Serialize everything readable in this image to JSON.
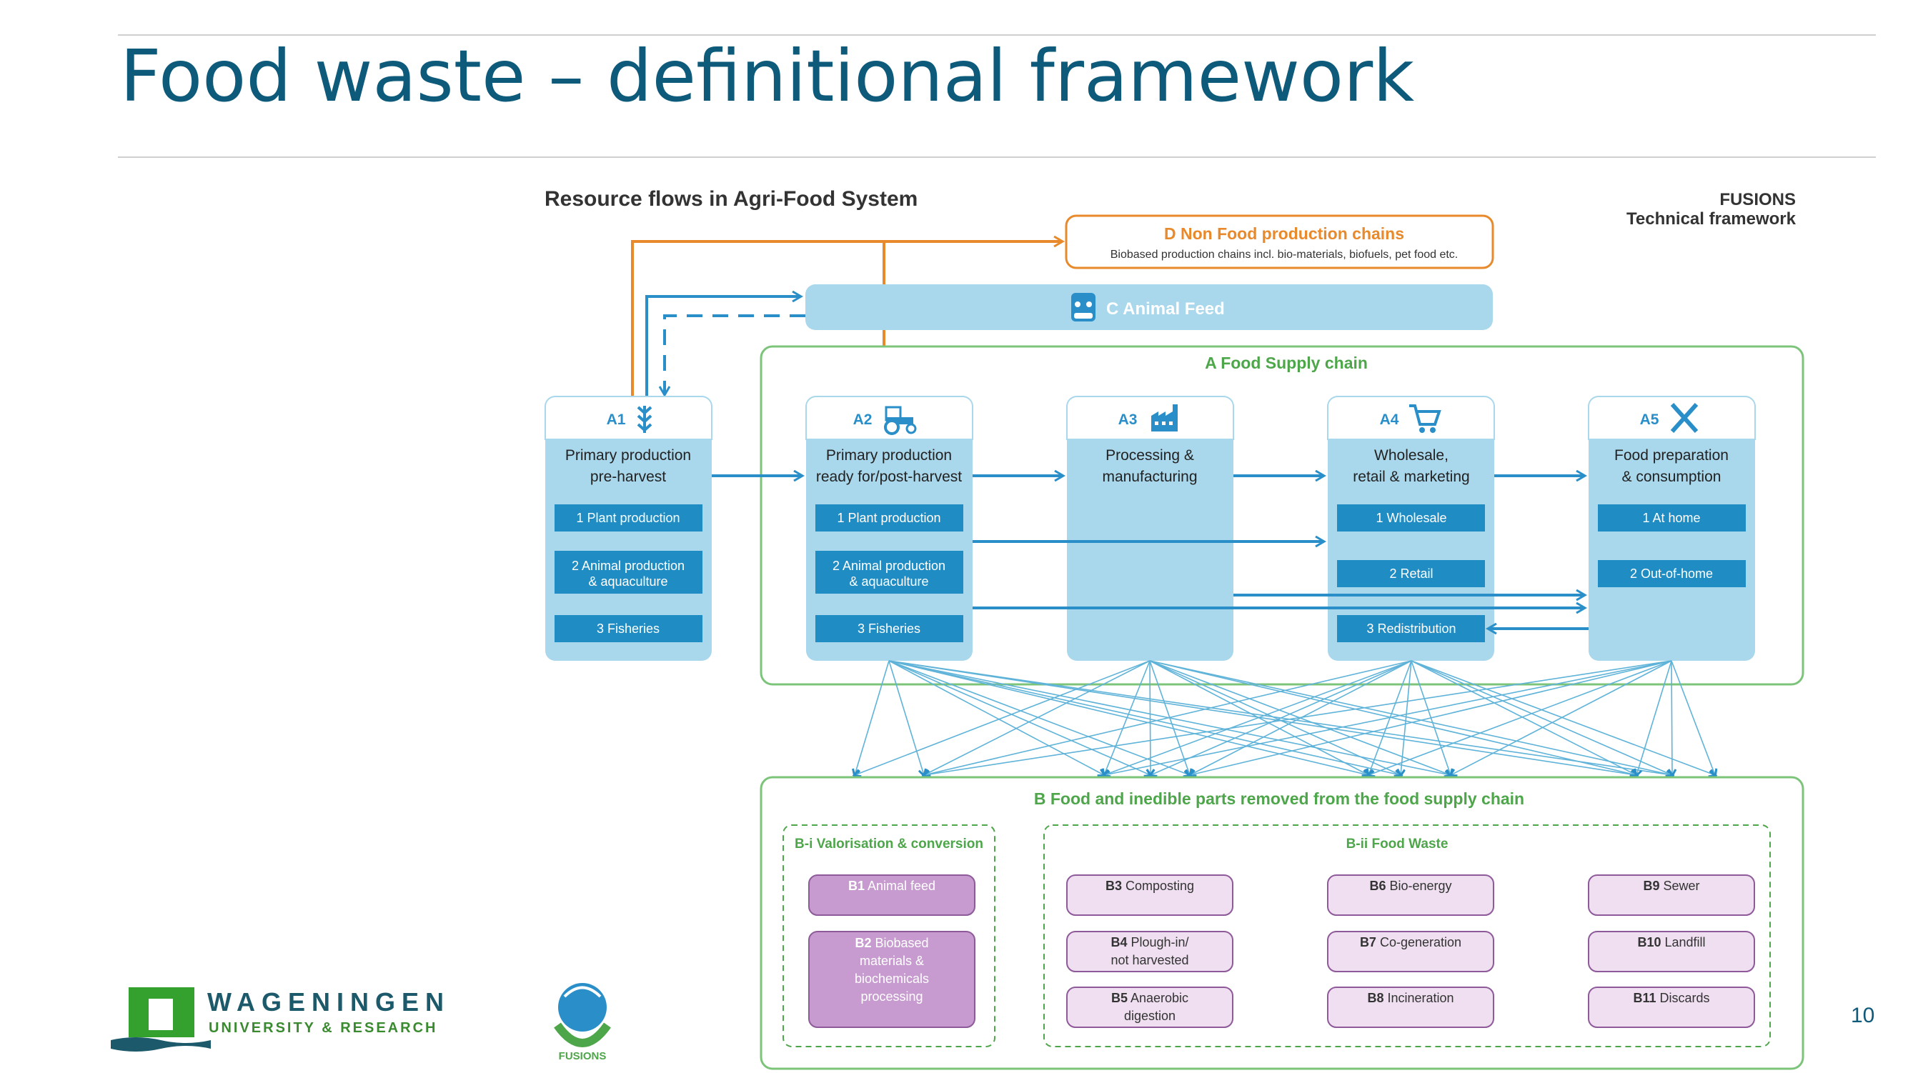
{
  "slide": {
    "title": "Food waste – definitional framework",
    "page_number": "10"
  },
  "diagram": {
    "heading": "Resource flows in Agri-Food System",
    "framework_title": "FUSIONS",
    "framework_subtitle": "Technical framework",
    "d_title": "D Non Food production chains",
    "d_subtitle": "Biobased production chains incl. bio-materials, biofuels, pet food etc.",
    "c_label": "C Animal Feed",
    "a_title": "A Food Supply chain",
    "a1": {
      "code": "A1",
      "line1": "Primary production",
      "line2": "pre-harvest",
      "items": [
        "1 Plant production",
        "2 Animal production",
        "& aquaculture",
        "3 Fisheries"
      ]
    },
    "a2": {
      "code": "A2",
      "line1": "Primary production",
      "line2": "ready for/post-harvest",
      "items": [
        "1 Plant production",
        "2 Animal production",
        "& aquaculture",
        "3 Fisheries"
      ]
    },
    "a3": {
      "code": "A3",
      "line1": "Processing &",
      "line2": "manufacturing"
    },
    "a4": {
      "code": "A4",
      "line1": "Wholesale,",
      "line2": "retail & marketing",
      "items": [
        "1 Wholesale",
        "2 Retail",
        "3 Redistribution"
      ]
    },
    "a5": {
      "code": "A5",
      "line1": "Food preparation",
      "line2": "& consumption",
      "items": [
        "1 At home",
        "2 Out-of-home"
      ]
    },
    "b_title": "B Food and inedible parts removed from the food supply chain",
    "bi_title": "B-i Valorisation & conversion",
    "bii_title": "B-ii Food Waste",
    "b1": {
      "code": "B1",
      "label": "Animal feed"
    },
    "b2": {
      "code": "B2",
      "lines": [
        "Biobased",
        "materials &",
        "biochemicals",
        "processing"
      ]
    },
    "b3": {
      "code": "B3",
      "label": "Composting"
    },
    "b4": {
      "code": "B4",
      "label": "Plough-in/",
      "label2": "not harvested"
    },
    "b5": {
      "code": "B5",
      "label": "Anaerobic",
      "label2": "digestion"
    },
    "b6": {
      "code": "B6",
      "label": "Bio-energy"
    },
    "b7": {
      "code": "B7",
      "label": "Co-generation"
    },
    "b8": {
      "code": "B8",
      "label": "Incineration"
    },
    "b9": {
      "code": "B9",
      "label": "Sewer"
    },
    "b10": {
      "code": "B10",
      "label": "Landfill"
    },
    "b11": {
      "code": "B11",
      "label": "Discards"
    }
  },
  "logos": {
    "wur_name": "WAGENINGEN",
    "wur_sub": "UNIVERSITY & RESEARCH",
    "fusions_text": "FUSIONS"
  },
  "colors": {
    "title": "#0e5a7a",
    "blue": "#2a8fc9",
    "light_blue": "#a9d7ec",
    "orange": "#e8892b",
    "green": "#4ea64a",
    "purple_fill": "#c79bcf",
    "purple_light": "#efdff1",
    "purple_border": "#8e5a9a"
  }
}
